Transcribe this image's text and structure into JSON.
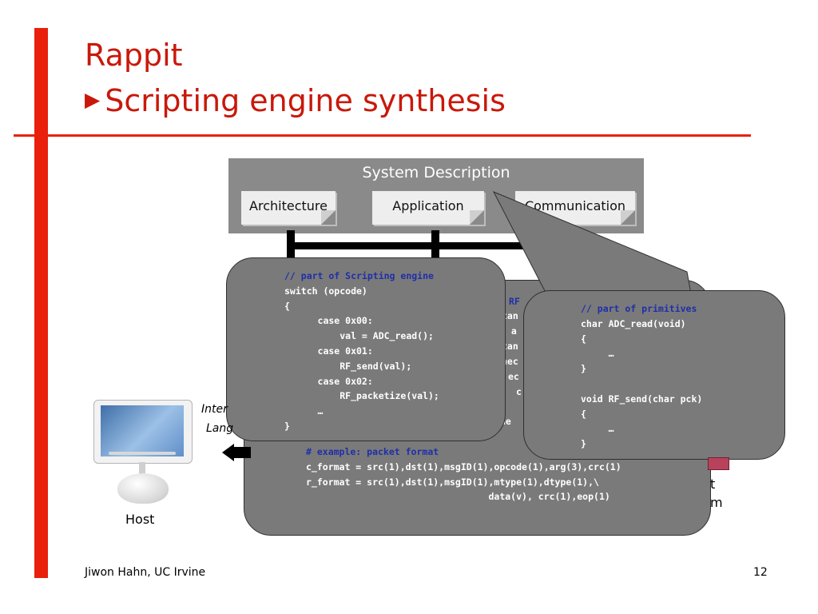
{
  "slide": {
    "title": "Rappit",
    "subtitle": "Scripting engine synthesis",
    "subtitle_marker": "▶"
  },
  "system_description": {
    "title": "System Description",
    "cards": [
      "Architecture",
      "Application",
      "Communication"
    ]
  },
  "bubbles": {
    "scripting_engine": [
      {
        "text": "// part of Scripting engine",
        "comment": true
      },
      {
        "text": "switch (opcode)"
      },
      {
        "text": "{"
      },
      {
        "text": "      case 0x00:"
      },
      {
        "text": "          val = ADC_read();"
      },
      {
        "text": "      case 0x01:"
      },
      {
        "text": "          RF_send(val);"
      },
      {
        "text": "      case 0x02:"
      },
      {
        "text": "          RF_packetize(val);"
      },
      {
        "text": "      …"
      },
      {
        "text": "}"
      }
    ],
    "packet_format": [
      {
        "text": "# example: packet format",
        "comment": true
      },
      {
        "text": "c_format = src(1),dst(1),msgID(1),opcode(1),arg(3),crc(1)"
      },
      {
        "text": "r_format = src(1),dst(1),msgID(1),mtype(1),dtype(1),\\"
      },
      {
        "text": "                                 data(v), crc(1),eop(1)"
      }
    ],
    "primitives": [
      {
        "text": "// part of primitives",
        "comment": true
      },
      {
        "text": "char ADC_read(void)"
      },
      {
        "text": "{"
      },
      {
        "text": "     …"
      },
      {
        "text": "}"
      },
      {
        "text": ""
      },
      {
        "text": "void RF_send(char pck)"
      },
      {
        "text": "{"
      },
      {
        "text": "     …"
      },
      {
        "text": "}"
      }
    ],
    "hidden_fragments": [
      "RF",
      "tan",
      "d a",
      "tan",
      "nec",
      "ec",
      "c",
      "ne"
    ]
  },
  "labels": {
    "host": "Host",
    "interface_line1": "Inter",
    "interface_line2": "Lang",
    "target_line1": "t",
    "target_line2": "m"
  },
  "footer": {
    "author": "Jiwon Hahn, UC Irvine",
    "page": "12"
  },
  "colors": {
    "accent_red": "#e8200c",
    "title_red": "#c9180a",
    "box_gray": "#8a8a8a",
    "bubble_gray": "#7a7a7a",
    "comment_blue": "#1f2fa8"
  }
}
